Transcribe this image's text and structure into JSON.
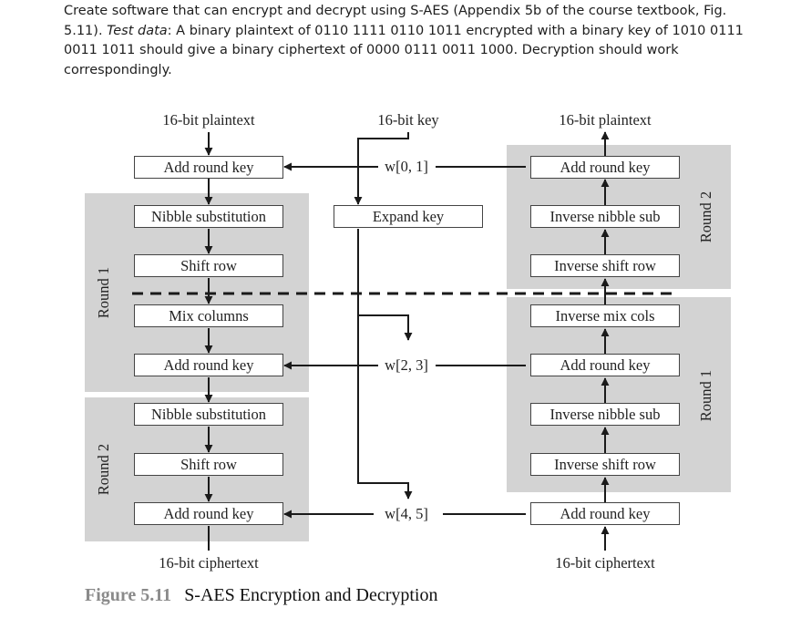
{
  "paragraph": {
    "line1": "Create software that can encrypt and decrypt using S-AES (Appendix 5b of the course textbook, Fig.",
    "line2_plain": "5.11). ",
    "line2_italic": "Test data",
    "line2_rest": ": A binary plaintext of 0110 1111 0110 1011 encrypted with a binary key of 1010 0111",
    "line3": "0011 1011 should give a binary ciphertext of 0000 0111 0011 1000. Decryption should work",
    "line4": "correspondingly."
  },
  "figure": {
    "number": "Figure 5.11",
    "title": "S-AES Encryption and Decryption",
    "encryption": {
      "input_label": "16-bit plaintext",
      "output_label": "16-bit ciphertext",
      "steps": [
        "Add round key",
        "Nibble substitution",
        "Shift row",
        "Mix columns",
        "Add round key",
        "Nibble substitution",
        "Shift row",
        "Add round key"
      ],
      "round1_label": "Round 1",
      "round2_label": "Round 2"
    },
    "key_schedule": {
      "input_label": "16-bit key",
      "expand_label": "Expand key",
      "words": [
        "w[0, 1]",
        "w[2, 3]",
        "w[4, 5]"
      ]
    },
    "decryption": {
      "input_label": "16-bit ciphertext",
      "output_label": "16-bit plaintext",
      "steps": [
        "Add round key",
        "Inverse nibble sub",
        "Inverse shift row",
        "Inverse mix cols",
        "Add round key",
        "Inverse nibble sub",
        "Inverse shift row",
        "Add round key"
      ],
      "round1_label": "Round 1",
      "round2_label": "Round 2"
    },
    "colors": {
      "round_shade": "#d3d3d3",
      "line": "#1a1a1a",
      "caption_number": "#8a8a8a"
    }
  }
}
